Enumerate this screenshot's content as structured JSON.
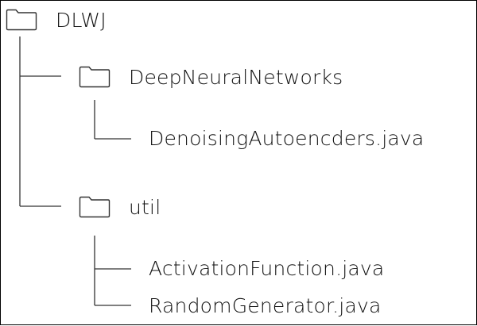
{
  "tree": {
    "root": {
      "label": "DLWJ",
      "icon": "folder-icon"
    },
    "folder_1": {
      "label": "DeepNeuralNetworks",
      "icon": "folder-icon"
    },
    "file_1": {
      "label": "DenoisingAutoencders.java"
    },
    "folder_2": {
      "label": "util",
      "icon": "folder-icon"
    },
    "file_2": {
      "label": "ActivationFunction.java"
    },
    "file_3": {
      "label": "RandomGenerator.java"
    }
  },
  "colors": {
    "line": "#333333",
    "text": "#111111",
    "background": "#ffffff"
  }
}
